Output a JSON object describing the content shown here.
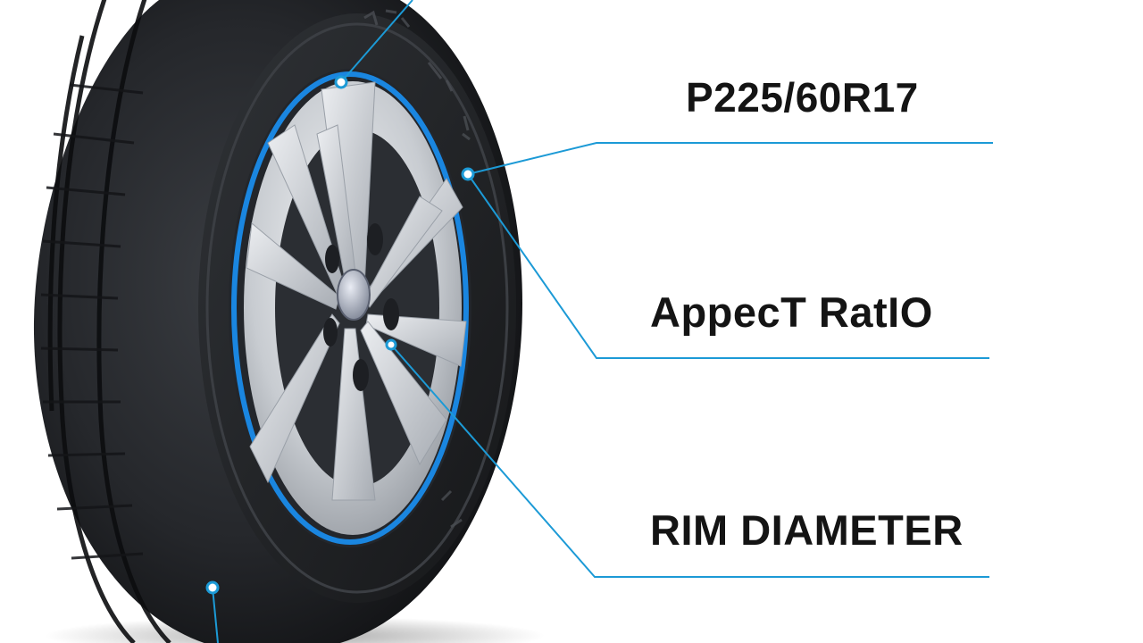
{
  "labels": {
    "tire_size": "P225/60R17",
    "aspect_ratio": "AppecT RatIO",
    "rim_diameter": "RIM DIAMETER"
  },
  "colors": {
    "background": "#ffffff",
    "leader_line": "#1c9ad6",
    "rim_accent": "#1a86e0",
    "tire_rubber": "#24262a",
    "wheel_metal": "#c9cdd2",
    "label_text": "#141414"
  },
  "icons": {
    "callout_marker": "blue-dot-icon",
    "wheel_center": "hub-cap-icon"
  }
}
